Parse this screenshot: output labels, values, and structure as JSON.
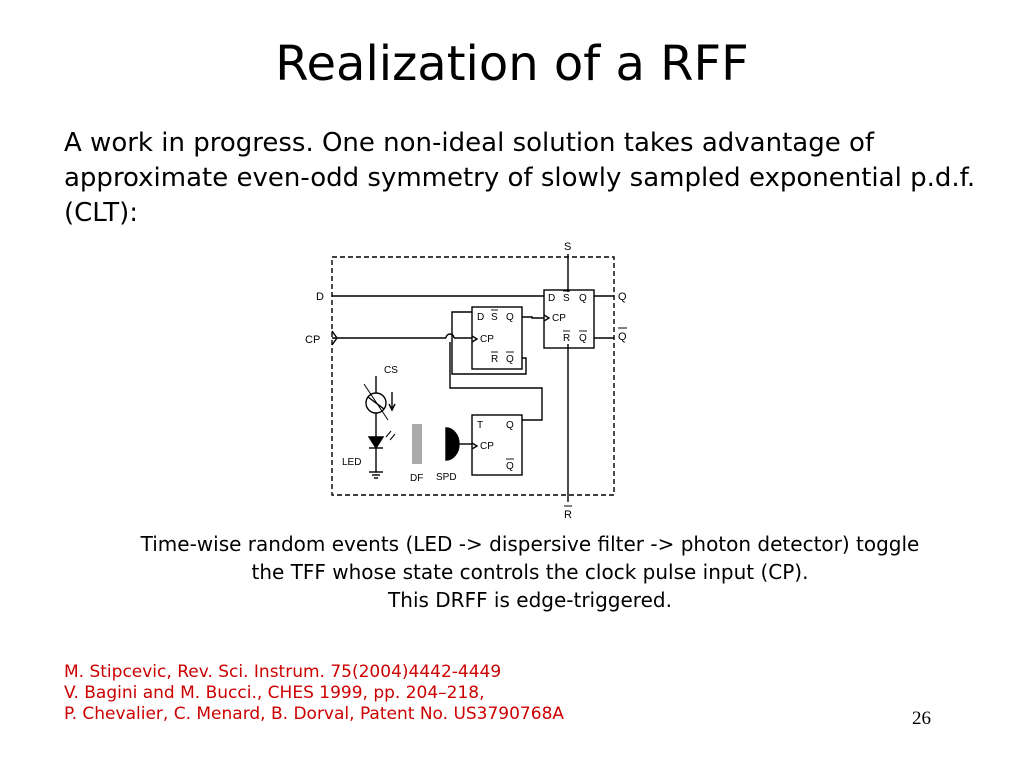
{
  "slide": {
    "title": "Realization of a RFF",
    "intro": "A work in progress. One non-ideal solution takes advantage of approximate even-odd symmetry of slowly sampled exponential p.d.f. (CLT):",
    "caption_lines": [
      "Time-wise random events (LED -> dispersive filter -> photon detector) toggle",
      "the TFF whose state controls the clock pulse input (CP).",
      "This DRFF is edge-triggered."
    ],
    "references": [
      "M. Stipcevic, Rev. Sci. Instrum. 75(2004)4442-4449",
      "V. Bagini and M. Bucci., CHES 1999, pp. 204–218,",
      "P. Chevalier, C. Menard, B. Dorval, Patent No. US3790768A"
    ],
    "page_number": "26",
    "ref_color": "#cc0000"
  },
  "diagram": {
    "labels": {
      "d": "D",
      "cp": "CP",
      "s": "S",
      "r": "R",
      "q": "Q",
      "t": "T",
      "cs": "CS",
      "led": "LED",
      "df": "DF",
      "spd": "SPD"
    }
  }
}
